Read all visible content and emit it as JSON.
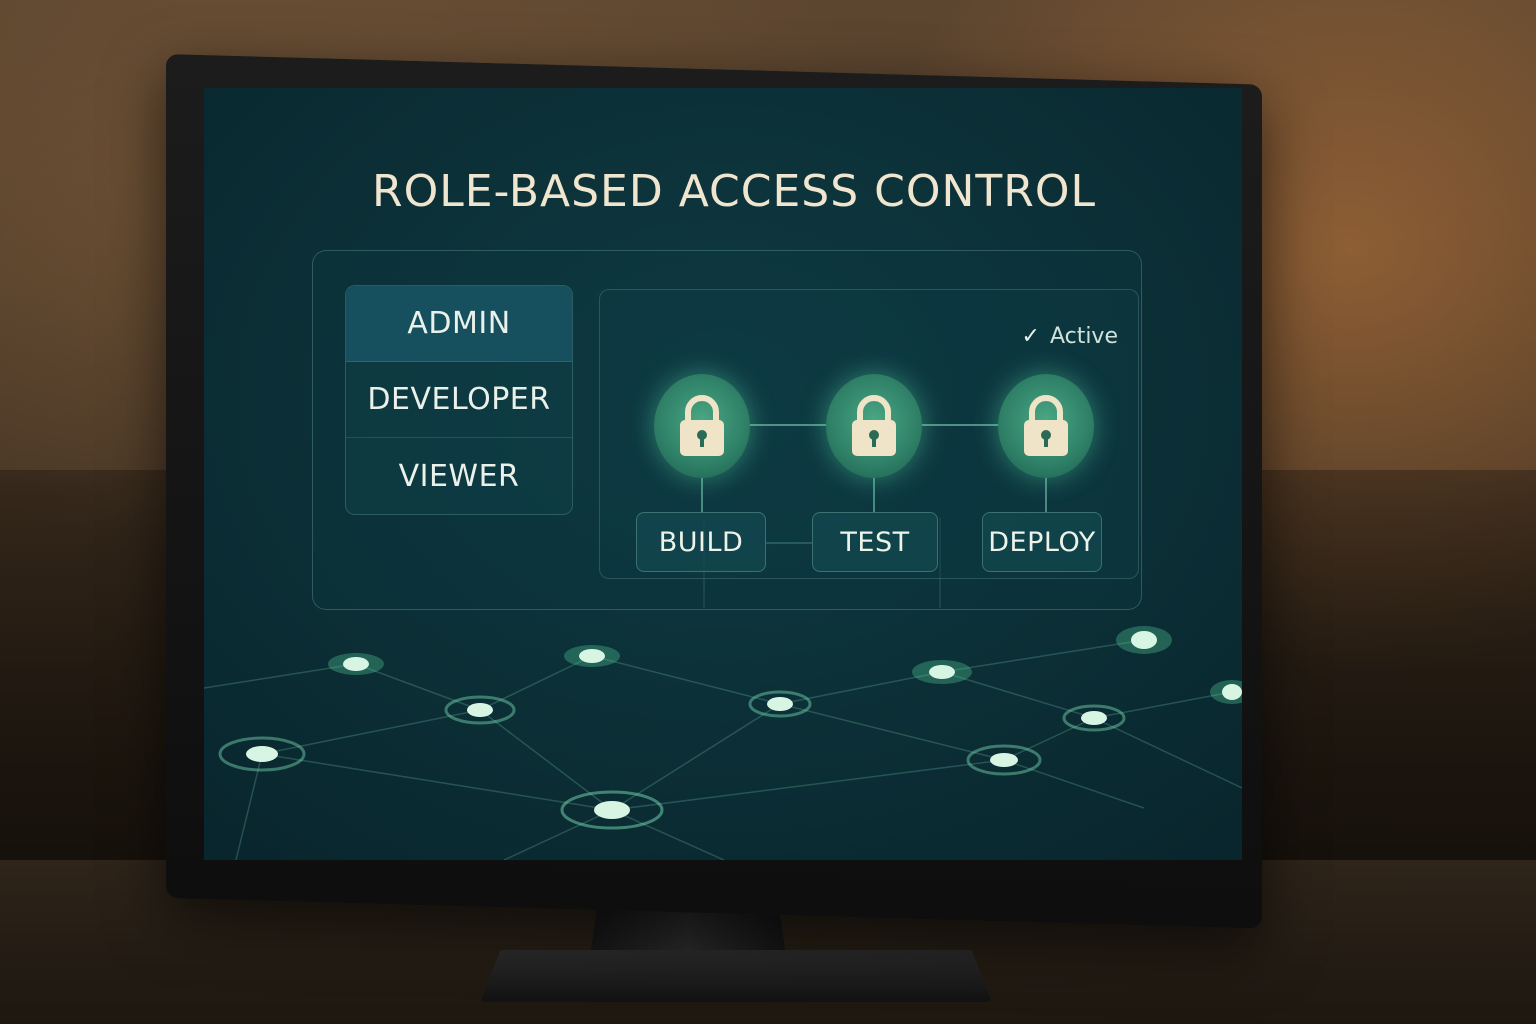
{
  "title": "ROLE-BASED ACCESS CONTROL",
  "roles": [
    {
      "label": "ADMIN",
      "selected": true
    },
    {
      "label": "DEVELOPER",
      "selected": false
    },
    {
      "label": "VIEWER",
      "selected": false
    }
  ],
  "status": {
    "label": "Active",
    "icon": "check-icon"
  },
  "pipeline": {
    "stages": [
      {
        "label": "BUILD",
        "icon": "lock-icon"
      },
      {
        "label": "TEST",
        "icon": "lock-icon"
      },
      {
        "label": "DEPLOY",
        "icon": "lock-icon"
      }
    ]
  },
  "colors": {
    "screen_bg": "#0b2c33",
    "accent": "#4aa784",
    "text": "#f0e6cf",
    "selected_role": "#16505e"
  }
}
